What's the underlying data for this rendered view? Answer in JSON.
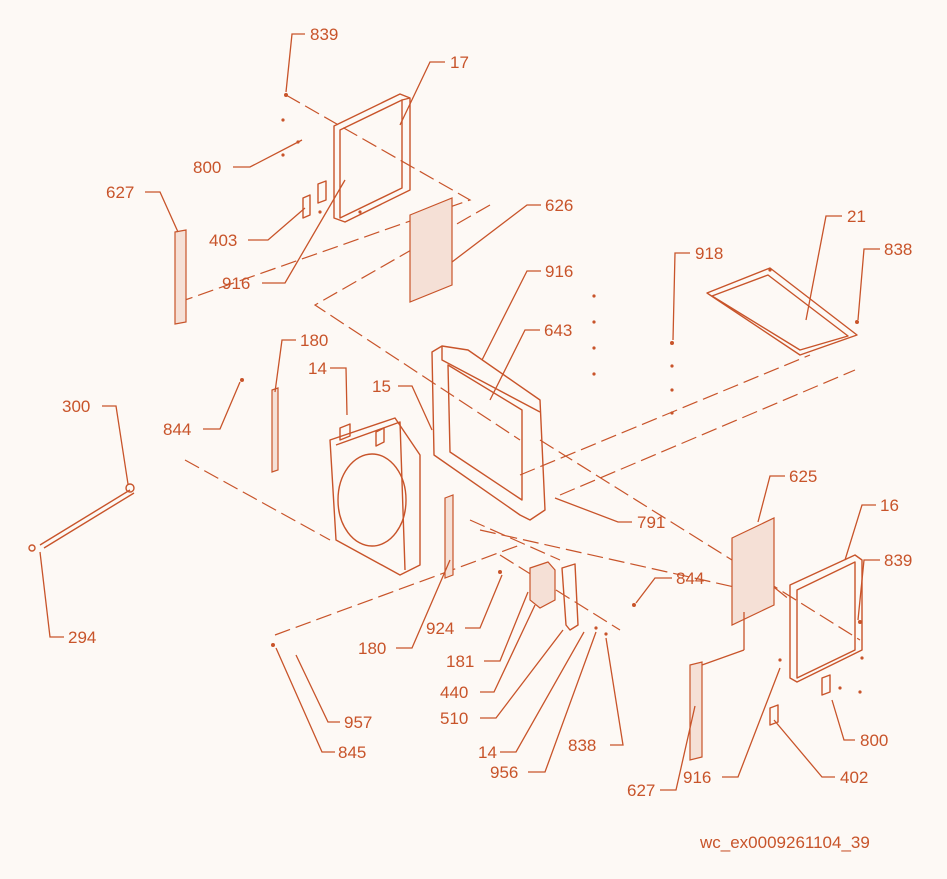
{
  "callouts": [
    "839",
    "17",
    "800",
    "627",
    "403",
    "916",
    "626",
    "918",
    "21",
    "838",
    "916",
    "643",
    "180",
    "14",
    "15",
    "844",
    "300",
    "791",
    "625",
    "16",
    "839",
    "844",
    "924",
    "180",
    "181",
    "440",
    "510",
    "957",
    "14",
    "838",
    "845",
    "956",
    "294",
    "800",
    "627",
    "916",
    "402"
  ],
  "reference_code": "wc_ex0009261104_39",
  "colors": {
    "line": "#c8542a",
    "background": "#fdf9f5"
  }
}
